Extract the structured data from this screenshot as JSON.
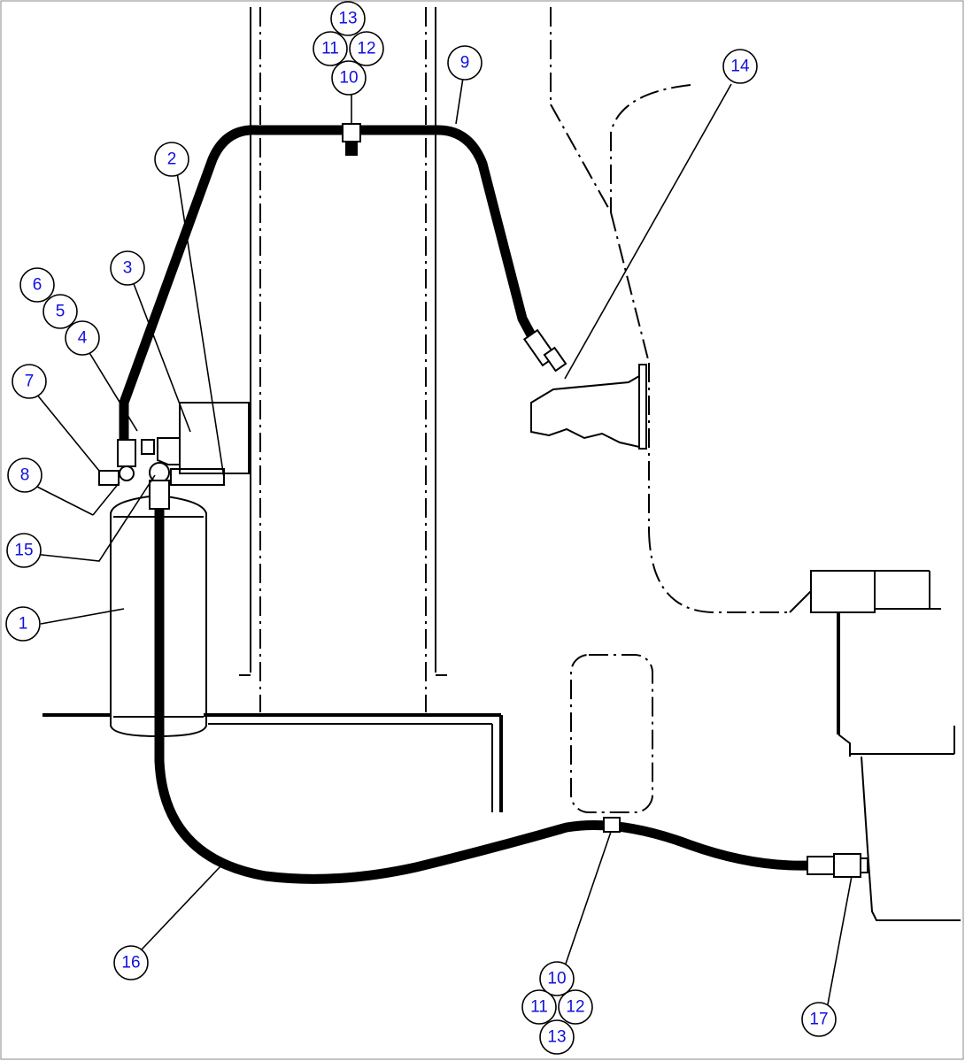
{
  "diagram": {
    "callouts": [
      {
        "id": "c1",
        "label": "1"
      },
      {
        "id": "c2",
        "label": "2"
      },
      {
        "id": "c3",
        "label": "3"
      },
      {
        "id": "c4",
        "label": "4"
      },
      {
        "id": "c5",
        "label": "5"
      },
      {
        "id": "c6",
        "label": "6"
      },
      {
        "id": "c7",
        "label": "7"
      },
      {
        "id": "c8",
        "label": "8"
      },
      {
        "id": "c9",
        "label": "9"
      },
      {
        "id": "c10top",
        "label": "10"
      },
      {
        "id": "c11top",
        "label": "11"
      },
      {
        "id": "c12top",
        "label": "12"
      },
      {
        "id": "c13top",
        "label": "13"
      },
      {
        "id": "c14",
        "label": "14"
      },
      {
        "id": "c15",
        "label": "15"
      },
      {
        "id": "c16",
        "label": "16"
      },
      {
        "id": "c17",
        "label": "17"
      },
      {
        "id": "c10bot",
        "label": "10"
      },
      {
        "id": "c11bot",
        "label": "11"
      },
      {
        "id": "c12bot",
        "label": "12"
      },
      {
        "id": "c13bot",
        "label": "13"
      }
    ]
  }
}
